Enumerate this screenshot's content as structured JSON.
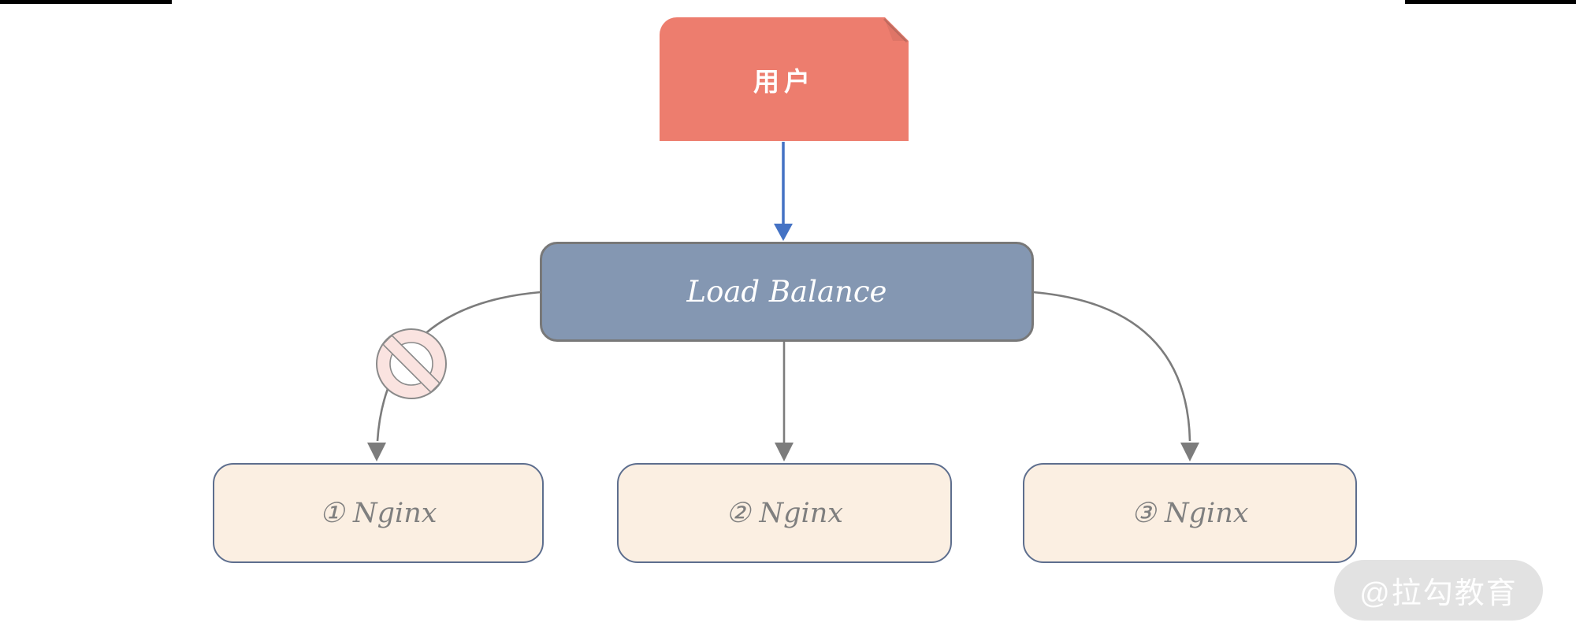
{
  "diagram": {
    "user_node": {
      "label": "用户"
    },
    "load_balancer_node": {
      "label": "Load Balance"
    },
    "nginx_nodes": [
      {
        "label": "① Nginx"
      },
      {
        "label": "② Nginx"
      },
      {
        "label": "③ Nginx"
      }
    ],
    "colors": {
      "user_node_fill": "#ED7D6E",
      "load_balancer_fill": "#8497B2",
      "nginx_fill": "#FBEFE2",
      "nginx_border": "#5D6E8E",
      "user_arrow": "#4472C4",
      "balancer_arrows": "#7C7C7C",
      "blocked_icon_fill": "#FAE3E0"
    }
  },
  "watermark": {
    "label": "@拉勾教育"
  }
}
